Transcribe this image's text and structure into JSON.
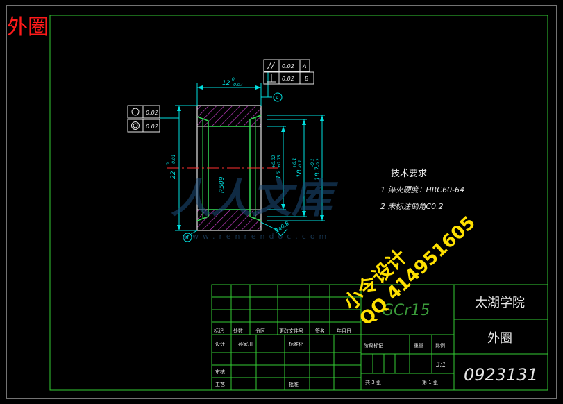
{
  "sheet_label": "外圈",
  "drawing": {
    "tolerance_frames": {
      "parallel": {
        "value": "0.02",
        "datum": "A"
      },
      "perpendicular": {
        "value": "0.02",
        "datum": "B"
      },
      "roundness": {
        "value": "0.02"
      },
      "concentricity": {
        "value": "0.02"
      }
    },
    "datum_a": "A",
    "datum_b": "B",
    "dim_width": "12",
    "dim_width_tol": "0\n-0.07",
    "dim_outer_diameter": "22",
    "dim_outer_tol": "0\n-0.01",
    "dim_inner_15": "15",
    "dim_inner_15_tol": "+0.02\n+0.03",
    "dim_groove_18": "18",
    "dim_groove_18_tol": "+0.1\n-0.1",
    "dim_radius": "R509",
    "dim_18_7": "18.7",
    "dim_18_7_tol": "-0.1\n-0.2",
    "roughness": "Ra0.8"
  },
  "tech_requirements": {
    "title": "技术要求",
    "items": [
      "1 淬火硬度：HRC60-64",
      "2 未标注倒角C0.2"
    ]
  },
  "watermark": {
    "brand_text": "人人文库",
    "url_text": "www.renrendoc.com",
    "contact_line1": "小令设计",
    "contact_line2": "QQ 414951605"
  },
  "title_block": {
    "material": "GCr15",
    "school": "太湖学院",
    "part_name": "外圈",
    "drawing_number": "0923131",
    "scale": "3:1",
    "sheets_total": "共 3 张",
    "sheet_no": "第 1 张",
    "header_labels": [
      "标记",
      "处数",
      "分区",
      "更改文件号",
      "签名",
      "年月日"
    ],
    "row_labels": [
      "设计",
      "审核",
      "工艺"
    ],
    "designer": "孙家川",
    "standardization": "标准化",
    "approval": "批准",
    "stage_labels": [
      "阶段标记",
      "重量",
      "比例"
    ]
  }
}
